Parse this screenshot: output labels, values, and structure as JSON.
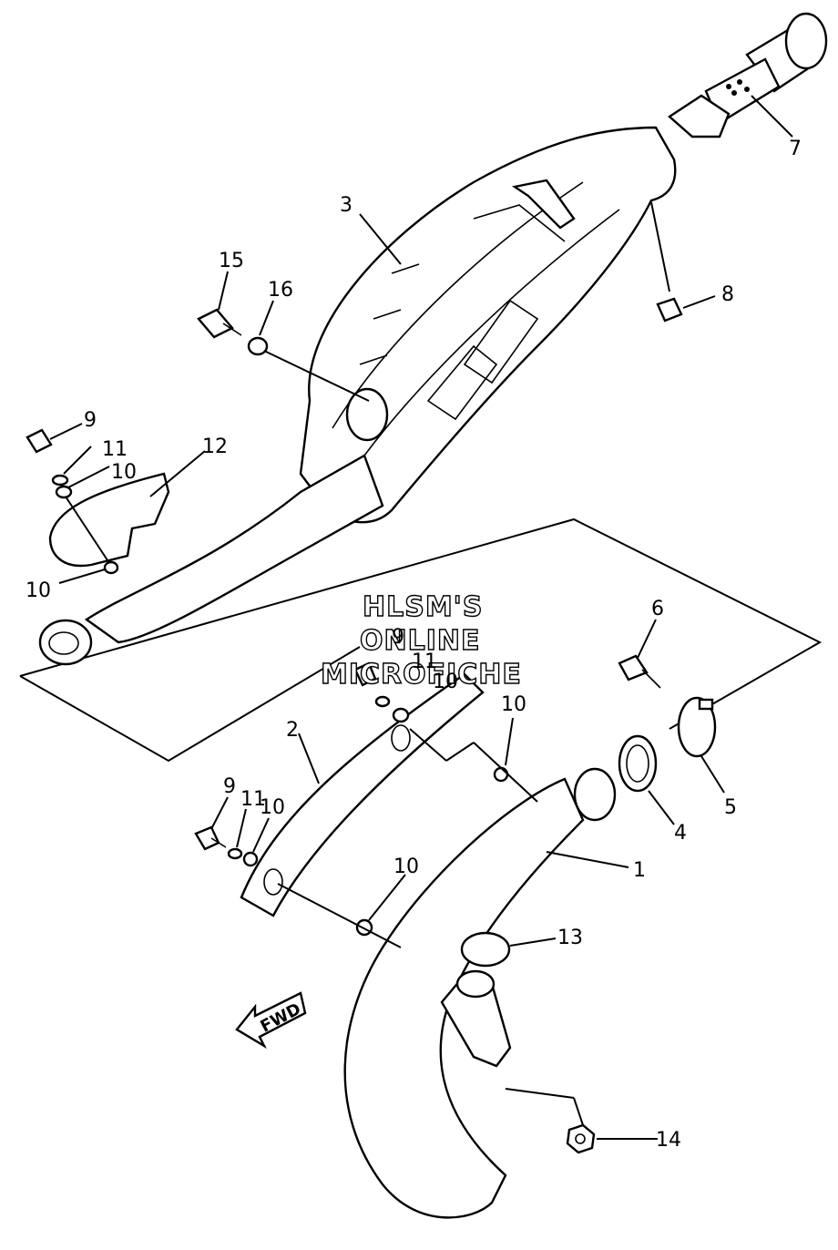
{
  "watermark": {
    "line1": "HLSM'S",
    "line2": "ONLINE",
    "line3": "MICROFICHE"
  },
  "direction_arrow": {
    "label": "FWD"
  },
  "callouts": {
    "c1": "1",
    "c2": "2",
    "c3": "3",
    "c4": "4",
    "c5": "5",
    "c6": "6",
    "c7": "7",
    "c8": "8",
    "c9_upper": "9",
    "c9_middle": "9",
    "c9_lower": "9",
    "c10_a": "10",
    "c10_b": "10",
    "c10_c": "10",
    "c10_d": "10",
    "c10_e": "10",
    "c10_f": "10",
    "c11_upper": "11",
    "c11_middle": "11",
    "c11_lower": "11",
    "c12": "12",
    "c13": "13",
    "c14": "14",
    "c15": "15",
    "c16": "16"
  }
}
